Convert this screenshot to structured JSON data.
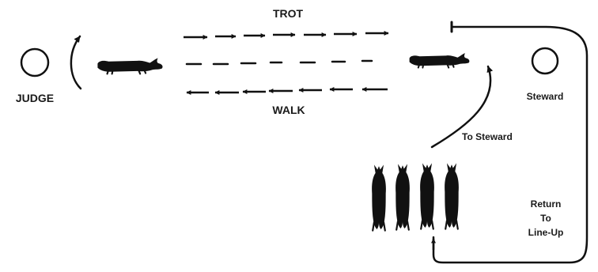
{
  "labels": {
    "judge": "JUDGE",
    "trot": "TROT",
    "walk": "WALK",
    "steward": "Steward",
    "to_steward": "To Steward",
    "return_line1": "Return",
    "return_line2": "To",
    "return_line3": "Line-Up"
  },
  "icons": {
    "judge": "circle-icon",
    "steward": "circle-icon",
    "animal": "animal-silhouette-icon",
    "arrow": "arrow-icon"
  },
  "colors": {
    "ink": "#111111",
    "background": "#ffffff"
  }
}
